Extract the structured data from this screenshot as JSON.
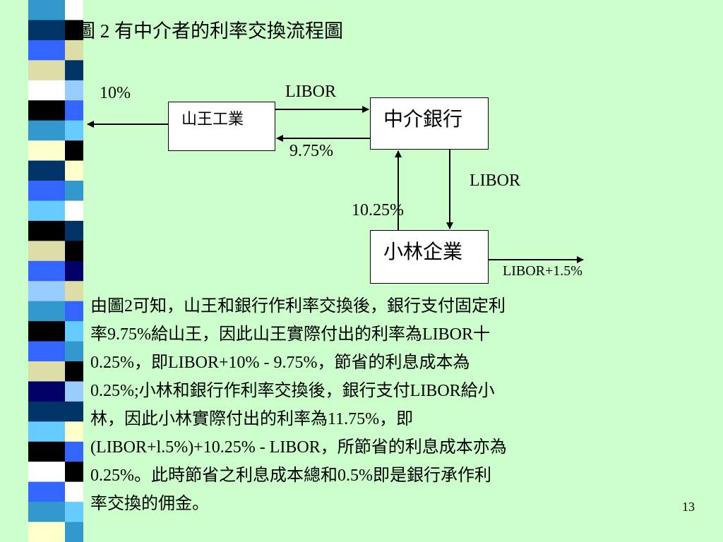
{
  "colors": {
    "background": "#ccffcc",
    "stripe_palette": [
      "#000000",
      "#3399cc",
      "#003366",
      "#3366ff",
      "#ffffff",
      "#dddda8",
      "#66ccff",
      "#ffffcc",
      "#000066",
      "#99ccff"
    ]
  },
  "slide": {
    "title": "圖  2 有中介者的利率交換流程圖",
    "page_number": "13"
  },
  "diagram": {
    "boxes": {
      "sanwang": "山王工業",
      "bank": "中介銀行",
      "xiaolin": "小林企業"
    },
    "labels": {
      "rate_10": "10%",
      "libor_top": "LIBOR",
      "rate_975": "9.75%",
      "libor_right": "LIBOR",
      "rate_1025": "10.25%",
      "libor_plus": "LIBOR+1.5%"
    }
  },
  "paragraph": {
    "lines": [
      "由圖2可知，山王和銀行作利率交換後，銀行支付固定利",
      "率9.75%給山王，因此山王實際付出的利率為LIBOR十",
      "0.25%，即LIBOR+10% - 9.75%，節省的利息成本為",
      "0.25%;小林和銀行作利率交換後，銀行支付LIBOR給小",
      "林，因此小林實際付出的利率為11.75%，即",
      "(LIBOR+l.5%)+10.25% - LIBOR，所節省的利息成本亦為",
      "0.25%。此時節省之利息成本總和0.5%即是銀行承作利",
      "率交換的佣金。"
    ]
  }
}
